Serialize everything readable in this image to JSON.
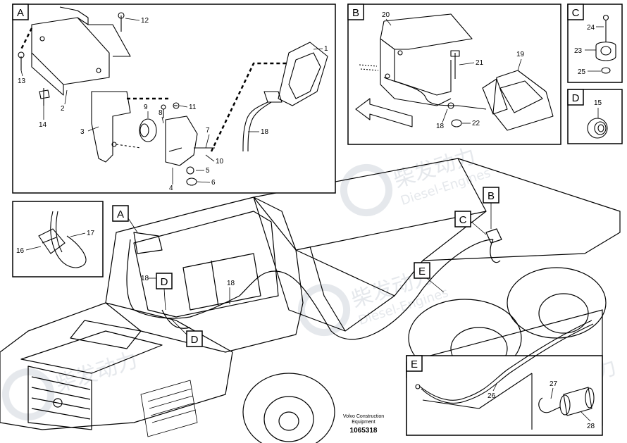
{
  "panels": {
    "A": {
      "letter": "A",
      "parts": {
        "p1": "1",
        "p2": "2",
        "p3": "3",
        "p4": "4",
        "p5": "5",
        "p6": "6",
        "p7": "7",
        "p8": "8",
        "p9": "9",
        "p10": "10",
        "p11": "11",
        "p12": "12",
        "p13": "13",
        "p14": "14",
        "p18": "18"
      }
    },
    "B": {
      "letter": "B",
      "parts": {
        "p18": "18",
        "p19": "19",
        "p20": "20",
        "p21": "21",
        "p22": "22"
      }
    },
    "C": {
      "letter": "C",
      "parts": {
        "p23": "23",
        "p24": "24",
        "p25": "25"
      }
    },
    "D": {
      "letter": "D",
      "parts": {
        "p15": "15"
      }
    },
    "tie": {
      "parts": {
        "p16": "16",
        "p17": "17"
      }
    },
    "E": {
      "letter": "E",
      "parts": {
        "p26": "26",
        "p27": "27",
        "p28": "28"
      }
    }
  },
  "callouts": {
    "a": "A",
    "b": "B",
    "c": "C",
    "d": "D",
    "e": "E"
  },
  "overview_labels": {
    "l18a": "18",
    "l18b": "18"
  },
  "footer": {
    "company": "Volvo Construction",
    "company2": "Equipment",
    "docnum": "1065318"
  },
  "watermark": {
    "text_cn": "柴发动力",
    "text_en": "Diesel-Engines"
  },
  "colors": {
    "line": "#000000",
    "watermark": "#d9dde2"
  }
}
